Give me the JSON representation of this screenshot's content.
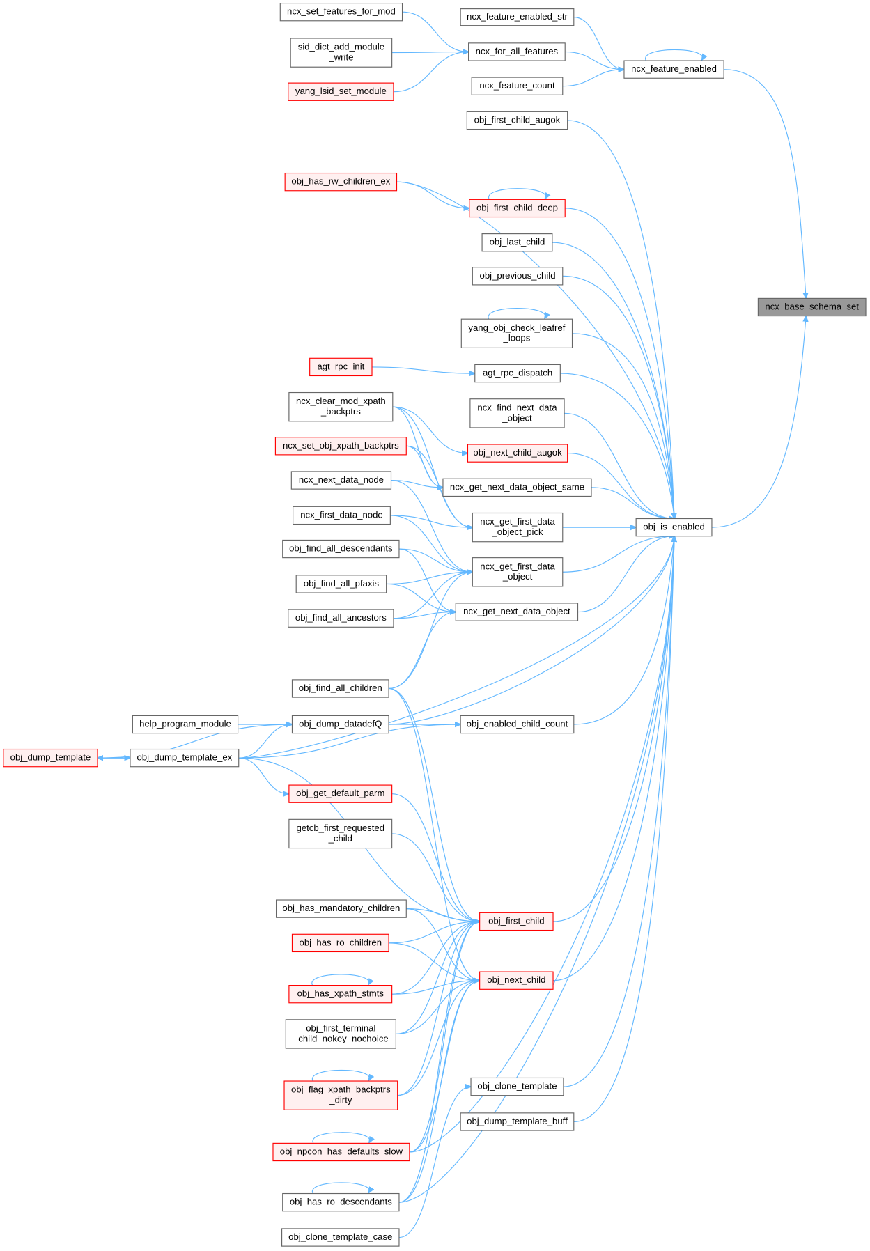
{
  "colors": {
    "edge": "#63b8ff",
    "red_border": "#ff0000",
    "red_fill": "#fff0f0",
    "root_fill": "#999999",
    "border": "#666666"
  },
  "nodes": [
    {
      "id": "ncx_base_schema_set",
      "lines": [
        "ncx_base_schema_set"
      ],
      "style": "root"
    },
    {
      "id": "ncx_feature_enabled",
      "lines": [
        "ncx_feature_enabled"
      ],
      "style": "normal"
    },
    {
      "id": "ncx_feature_enabled_str",
      "lines": [
        "ncx_feature_enabled_str"
      ],
      "style": "normal"
    },
    {
      "id": "ncx_set_features_for_mod",
      "lines": [
        "ncx_set_features_for_mod"
      ],
      "style": "normal"
    },
    {
      "id": "sid_dict_add_module_write",
      "lines": [
        "sid_dict_add_module",
        "_write"
      ],
      "style": "normal"
    },
    {
      "id": "yang_lsid_set_module",
      "lines": [
        "yang_lsid_set_module"
      ],
      "style": "red"
    },
    {
      "id": "ncx_for_all_features",
      "lines": [
        "ncx_for_all_features"
      ],
      "style": "normal"
    },
    {
      "id": "ncx_feature_count",
      "lines": [
        "ncx_feature_count"
      ],
      "style": "normal"
    },
    {
      "id": "obj_first_child_augok",
      "lines": [
        "obj_first_child_augok"
      ],
      "style": "normal"
    },
    {
      "id": "obj_has_rw_children_ex",
      "lines": [
        "obj_has_rw_children_ex"
      ],
      "style": "red"
    },
    {
      "id": "obj_first_child_deep",
      "lines": [
        "obj_first_child_deep"
      ],
      "style": "red"
    },
    {
      "id": "obj_last_child",
      "lines": [
        "obj_last_child"
      ],
      "style": "normal"
    },
    {
      "id": "obj_previous_child",
      "lines": [
        "obj_previous_child"
      ],
      "style": "normal"
    },
    {
      "id": "yang_obj_check_leafref_loops",
      "lines": [
        "yang_obj_check_leafref",
        "_loops"
      ],
      "style": "normal"
    },
    {
      "id": "agt_rpc_init",
      "lines": [
        "agt_rpc_init"
      ],
      "style": "red"
    },
    {
      "id": "agt_rpc_dispatch",
      "lines": [
        "agt_rpc_dispatch"
      ],
      "style": "normal"
    },
    {
      "id": "ncx_find_next_data_object",
      "lines": [
        "ncx_find_next_data",
        "_object"
      ],
      "style": "normal"
    },
    {
      "id": "ncx_clear_mod_xpath_backptrs",
      "lines": [
        "ncx_clear_mod_xpath",
        "_backptrs"
      ],
      "style": "normal"
    },
    {
      "id": "obj_next_child_augok",
      "lines": [
        "obj_next_child_augok"
      ],
      "style": "red"
    },
    {
      "id": "ncx_set_obj_xpath_backptrs",
      "lines": [
        "ncx_set_obj_xpath_backptrs"
      ],
      "style": "red"
    },
    {
      "id": "ncx_next_data_node",
      "lines": [
        "ncx_next_data_node"
      ],
      "style": "normal"
    },
    {
      "id": "ncx_get_next_data_object_same",
      "lines": [
        "ncx_get_next_data_object_same"
      ],
      "style": "normal"
    },
    {
      "id": "ncx_first_data_node",
      "lines": [
        "ncx_first_data_node"
      ],
      "style": "normal"
    },
    {
      "id": "ncx_get_first_data_object_pick",
      "lines": [
        "ncx_get_first_data",
        "_object_pick"
      ],
      "style": "normal"
    },
    {
      "id": "obj_is_enabled",
      "lines": [
        "obj_is_enabled"
      ],
      "style": "normal"
    },
    {
      "id": "obj_find_all_descendants",
      "lines": [
        "obj_find_all_descendants"
      ],
      "style": "normal"
    },
    {
      "id": "obj_find_all_pfaxis",
      "lines": [
        "obj_find_all_pfaxis"
      ],
      "style": "normal"
    },
    {
      "id": "ncx_get_first_data_object",
      "lines": [
        "ncx_get_first_data",
        "_object"
      ],
      "style": "normal"
    },
    {
      "id": "obj_find_all_ancestors",
      "lines": [
        "obj_find_all_ancestors"
      ],
      "style": "normal"
    },
    {
      "id": "ncx_get_next_data_object",
      "lines": [
        "ncx_get_next_data_object"
      ],
      "style": "normal"
    },
    {
      "id": "obj_find_all_children",
      "lines": [
        "obj_find_all_children"
      ],
      "style": "normal"
    },
    {
      "id": "help_program_module",
      "lines": [
        "help_program_module"
      ],
      "style": "normal"
    },
    {
      "id": "obj_dump_datadefQ",
      "lines": [
        "obj_dump_datadefQ"
      ],
      "style": "normal"
    },
    {
      "id": "obj_enabled_child_count",
      "lines": [
        "obj_enabled_child_count"
      ],
      "style": "normal"
    },
    {
      "id": "obj_dump_template",
      "lines": [
        "obj_dump_template"
      ],
      "style": "red"
    },
    {
      "id": "obj_dump_template_ex",
      "lines": [
        "obj_dump_template_ex"
      ],
      "style": "normal"
    },
    {
      "id": "obj_get_default_parm",
      "lines": [
        "obj_get_default_parm"
      ],
      "style": "red"
    },
    {
      "id": "getcb_first_requested_child",
      "lines": [
        "getcb_first_requested",
        "_child"
      ],
      "style": "normal"
    },
    {
      "id": "obj_has_mandatory_children",
      "lines": [
        "obj_has_mandatory_children"
      ],
      "style": "normal"
    },
    {
      "id": "obj_first_child",
      "lines": [
        "obj_first_child"
      ],
      "style": "red"
    },
    {
      "id": "obj_has_ro_children",
      "lines": [
        "obj_has_ro_children"
      ],
      "style": "red"
    },
    {
      "id": "obj_has_xpath_stmts",
      "lines": [
        "obj_has_xpath_stmts"
      ],
      "style": "red"
    },
    {
      "id": "obj_next_child",
      "lines": [
        "obj_next_child"
      ],
      "style": "red"
    },
    {
      "id": "obj_first_terminal_child_nokey_nochoice",
      "lines": [
        "obj_first_terminal",
        "_child_nokey_nochoice"
      ],
      "style": "normal"
    },
    {
      "id": "obj_clone_template",
      "lines": [
        "obj_clone_template"
      ],
      "style": "normal"
    },
    {
      "id": "obj_flag_xpath_backptrs_dirty",
      "lines": [
        "obj_flag_xpath_backptrs",
        "_dirty"
      ],
      "style": "red"
    },
    {
      "id": "obj_dump_template_buff",
      "lines": [
        "obj_dump_template_buff"
      ],
      "style": "normal"
    },
    {
      "id": "obj_npcon_has_defaults_slow",
      "lines": [
        "obj_npcon_has_defaults_slow"
      ],
      "style": "red"
    },
    {
      "id": "obj_has_ro_descendants",
      "lines": [
        "obj_has_ro_descendants"
      ],
      "style": "normal"
    },
    {
      "id": "obj_clone_template_case",
      "lines": [
        "obj_clone_template_case"
      ],
      "style": "normal"
    }
  ],
  "edges": [
    [
      "ncx_feature_enabled",
      "ncx_base_schema_set"
    ],
    [
      "obj_is_enabled",
      "ncx_base_schema_set"
    ],
    [
      "ncx_feature_enabled_str",
      "ncx_feature_enabled"
    ],
    [
      "ncx_for_all_features",
      "ncx_feature_enabled"
    ],
    [
      "ncx_feature_count",
      "ncx_feature_enabled"
    ],
    [
      "ncx_feature_enabled",
      "ncx_feature_enabled"
    ],
    [
      "ncx_set_features_for_mod",
      "ncx_for_all_features"
    ],
    [
      "sid_dict_add_module_write",
      "ncx_for_all_features"
    ],
    [
      "yang_lsid_set_module",
      "ncx_for_all_features"
    ],
    [
      "obj_first_child_augok",
      "obj_is_enabled"
    ],
    [
      "obj_has_rw_children_ex",
      "obj_is_enabled"
    ],
    [
      "obj_first_child_deep",
      "obj_is_enabled"
    ],
    [
      "obj_last_child",
      "obj_is_enabled"
    ],
    [
      "obj_previous_child",
      "obj_is_enabled"
    ],
    [
      "yang_obj_check_leafref_loops",
      "obj_is_enabled"
    ],
    [
      "agt_rpc_dispatch",
      "obj_is_enabled"
    ],
    [
      "ncx_find_next_data_object",
      "obj_is_enabled"
    ],
    [
      "obj_next_child_augok",
      "obj_is_enabled"
    ],
    [
      "ncx_get_next_data_object_same",
      "obj_is_enabled"
    ],
    [
      "ncx_get_first_data_object_pick",
      "obj_is_enabled"
    ],
    [
      "ncx_get_first_data_object",
      "obj_is_enabled"
    ],
    [
      "ncx_get_next_data_object",
      "obj_is_enabled"
    ],
    [
      "obj_dump_template_ex",
      "obj_is_enabled"
    ],
    [
      "obj_dump_datadefQ",
      "obj_is_enabled"
    ],
    [
      "obj_enabled_child_count",
      "obj_is_enabled"
    ],
    [
      "obj_first_child",
      "obj_is_enabled"
    ],
    [
      "obj_next_child",
      "obj_is_enabled"
    ],
    [
      "obj_has_ro_descendants",
      "obj_is_enabled"
    ],
    [
      "obj_clone_template",
      "obj_is_enabled"
    ],
    [
      "obj_dump_template_buff",
      "obj_is_enabled"
    ],
    [
      "obj_npcon_has_defaults_slow",
      "obj_is_enabled"
    ],
    [
      "obj_has_rw_children_ex",
      "obj_first_child_deep"
    ],
    [
      "obj_first_child_deep",
      "obj_first_child_deep"
    ],
    [
      "yang_obj_check_leafref_loops",
      "yang_obj_check_leafref_loops"
    ],
    [
      "agt_rpc_init",
      "agt_rpc_dispatch"
    ],
    [
      "ncx_clear_mod_xpath_backptrs",
      "obj_next_child_augok"
    ],
    [
      "ncx_clear_mod_xpath_backptrs",
      "ncx_get_next_data_object_same"
    ],
    [
      "ncx_clear_mod_xpath_backptrs",
      "ncx_get_first_data_object_pick"
    ],
    [
      "ncx_set_obj_xpath_backptrs",
      "ncx_get_next_data_object_same"
    ],
    [
      "ncx_set_obj_xpath_backptrs",
      "ncx_get_first_data_object_pick"
    ],
    [
      "ncx_next_data_node",
      "ncx_get_next_data_object_same"
    ],
    [
      "ncx_next_data_node",
      "ncx_get_first_data_object"
    ],
    [
      "ncx_first_data_node",
      "ncx_get_first_data_object_pick"
    ],
    [
      "ncx_first_data_node",
      "ncx_get_first_data_object"
    ],
    [
      "obj_find_all_descendants",
      "ncx_get_first_data_object"
    ],
    [
      "obj_find_all_descendants",
      "ncx_get_next_data_object"
    ],
    [
      "obj_find_all_pfaxis",
      "ncx_get_first_data_object"
    ],
    [
      "obj_find_all_pfaxis",
      "ncx_get_next_data_object"
    ],
    [
      "obj_find_all_ancestors",
      "ncx_get_next_data_object"
    ],
    [
      "obj_find_all_ancestors",
      "ncx_get_first_data_object"
    ],
    [
      "obj_find_all_children",
      "ncx_get_first_data_object"
    ],
    [
      "obj_find_all_children",
      "ncx_get_next_data_object"
    ],
    [
      "obj_find_all_children",
      "obj_first_child"
    ],
    [
      "obj_find_all_children",
      "obj_next_child"
    ],
    [
      "help_program_module",
      "obj_dump_datadefQ"
    ],
    [
      "obj_dump_datadefQ",
      "obj_enabled_child_count"
    ],
    [
      "obj_dump_datadefQ",
      "obj_dump_template"
    ],
    [
      "obj_dump_template",
      "obj_dump_template_ex"
    ],
    [
      "obj_dump_template_ex",
      "obj_dump_template"
    ],
    [
      "obj_dump_template_ex",
      "obj_dump_datadefQ"
    ],
    [
      "obj_dump_template_ex",
      "obj_enabled_child_count"
    ],
    [
      "obj_dump_template_ex",
      "obj_get_default_parm"
    ],
    [
      "obj_dump_template_ex",
      "obj_first_child"
    ],
    [
      "obj_get_default_parm",
      "obj_first_child"
    ],
    [
      "getcb_first_requested_child",
      "obj_first_child"
    ],
    [
      "obj_has_mandatory_children",
      "obj_first_child"
    ],
    [
      "obj_has_mandatory_children",
      "obj_next_child"
    ],
    [
      "obj_has_ro_children",
      "obj_first_child"
    ],
    [
      "obj_has_ro_children",
      "obj_next_child"
    ],
    [
      "obj_has_xpath_stmts",
      "obj_first_child"
    ],
    [
      "obj_has_xpath_stmts",
      "obj_next_child"
    ],
    [
      "obj_has_xpath_stmts",
      "obj_has_xpath_stmts"
    ],
    [
      "obj_first_terminal_child_nokey_nochoice",
      "obj_first_child"
    ],
    [
      "obj_first_terminal_child_nokey_nochoice",
      "obj_next_child"
    ],
    [
      "obj_flag_xpath_backptrs_dirty",
      "obj_first_child"
    ],
    [
      "obj_flag_xpath_backptrs_dirty",
      "obj_next_child"
    ],
    [
      "obj_flag_xpath_backptrs_dirty",
      "obj_flag_xpath_backptrs_dirty"
    ],
    [
      "obj_npcon_has_defaults_slow",
      "obj_first_child"
    ],
    [
      "obj_npcon_has_defaults_slow",
      "obj_next_child"
    ],
    [
      "obj_npcon_has_defaults_slow",
      "obj_npcon_has_defaults_slow"
    ],
    [
      "obj_has_ro_descendants",
      "obj_first_child"
    ],
    [
      "obj_has_ro_descendants",
      "obj_next_child"
    ],
    [
      "obj_has_ro_descendants",
      "obj_has_ro_descendants"
    ],
    [
      "obj_clone_template_case",
      "obj_clone_template"
    ]
  ]
}
